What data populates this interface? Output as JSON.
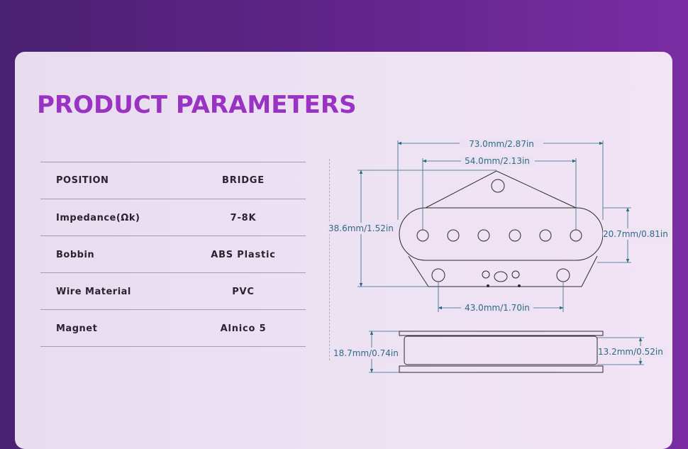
{
  "title": "PRODUCT PARAMETERS",
  "parameters": [
    {
      "label": "POSITION",
      "value": "BRIDGE"
    },
    {
      "label": "Impedance(Ωk)",
      "value": "7-8K"
    },
    {
      "label": "Bobbin",
      "value": "ABS Plastic"
    },
    {
      "label": "Wire Material",
      "value": "PVC"
    },
    {
      "label": "Magnet",
      "value": "Alnico 5"
    }
  ],
  "dimensions": {
    "overall_width": "73.0mm/2.87in",
    "pole_spacing": "54.0mm/2.13in",
    "overall_height": "38.6mm/1.52in",
    "bobbin_height": "20.7mm/0.81in",
    "mount_hole_spacing": "43.0mm/1.70in",
    "side_total_height": "18.7mm/0.74in",
    "side_bobbin_height": "13.2mm/0.52in"
  },
  "colors": {
    "title": "#9a33c4",
    "dimension": "#2e6a86",
    "outline": "#2b2b2b"
  }
}
